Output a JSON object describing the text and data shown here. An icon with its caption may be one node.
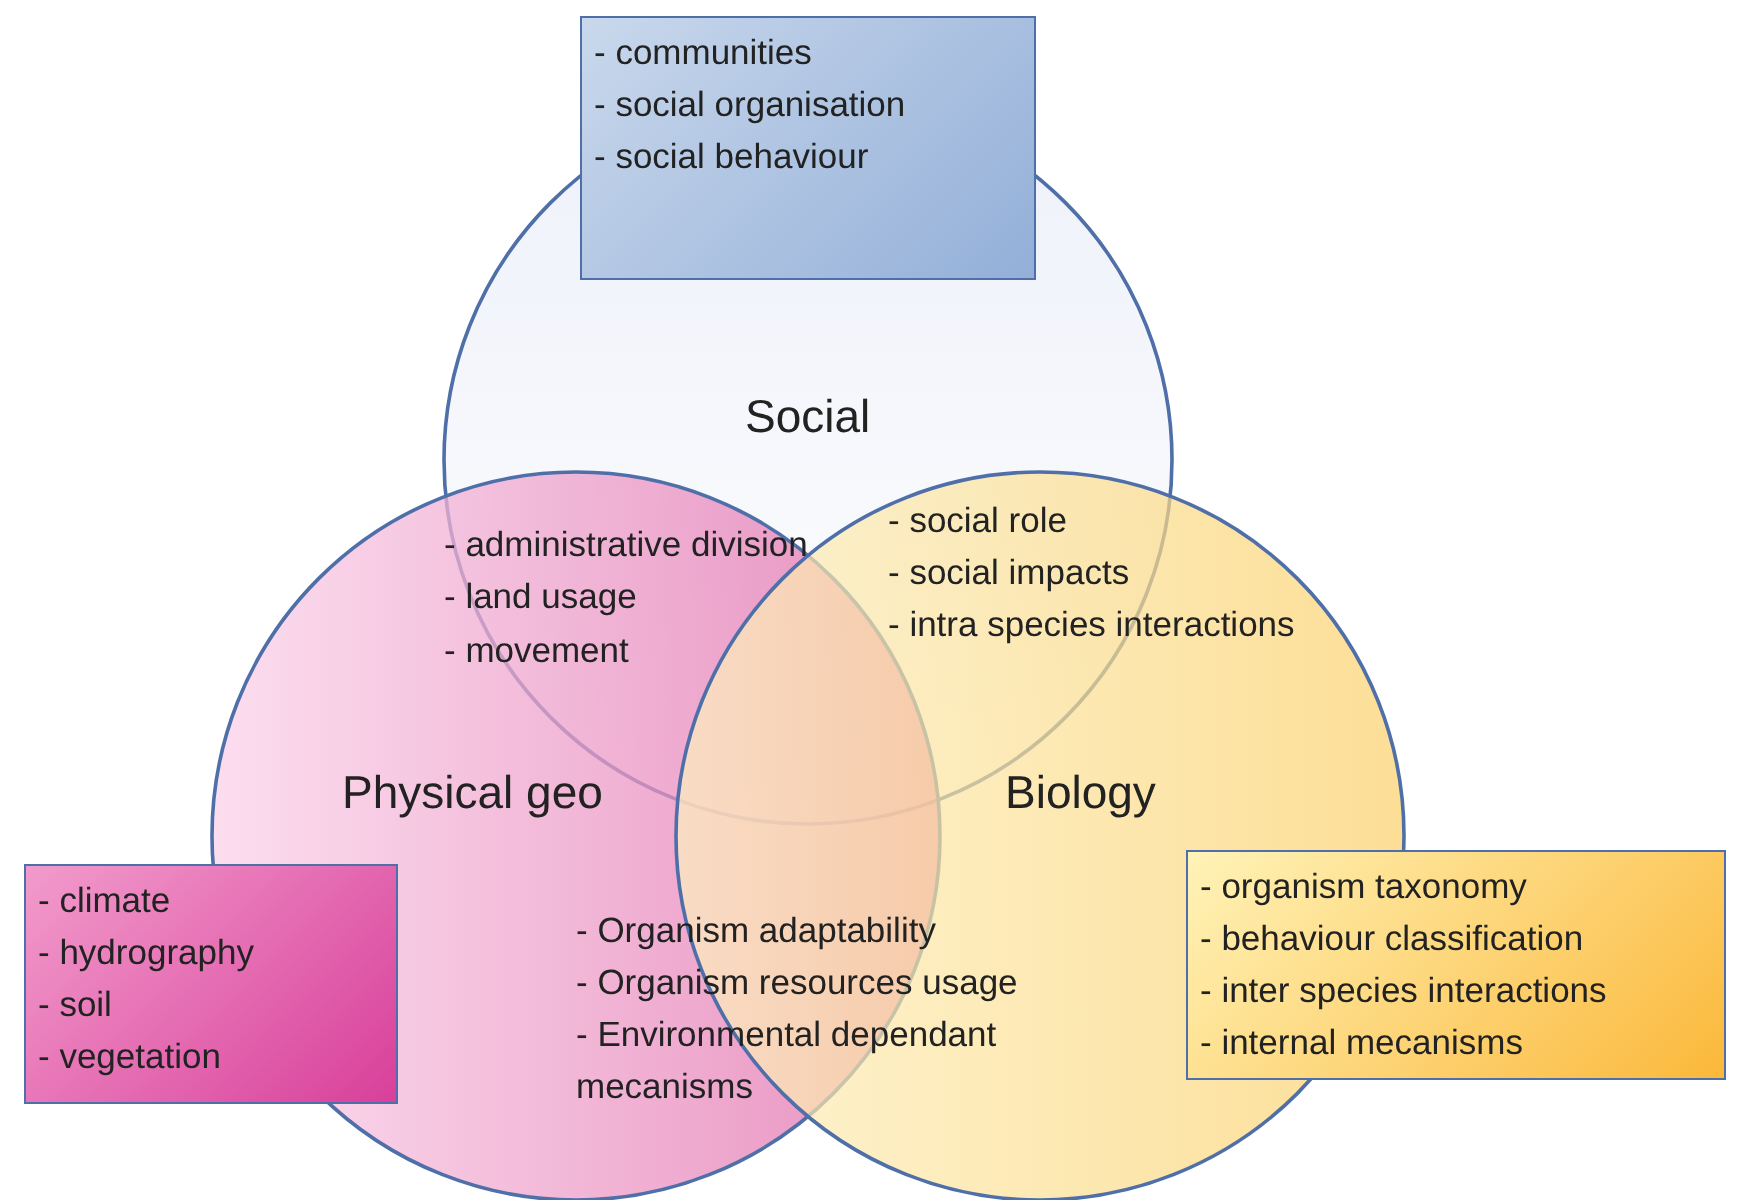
{
  "diagram": {
    "nodes": [
      {
        "text": [
          "Social"
        ]
      },
      {
        "text": [
          "Physical geo"
        ]
      },
      {
        "text": [
          "Biology"
        ]
      },
      {
        "text": [
          "- communities",
          "- social organisation",
          "- social behaviour"
        ]
      },
      {
        "text": [
          "- climate",
          "- hydrography",
          "- soil",
          "- vegetation"
        ]
      },
      {
        "text": [
          "- organism taxonomy",
          "- behaviour classification",
          "- inter species interactions",
          "- internal mecanisms"
        ]
      }
    ],
    "labels": [
      "- administrative division",
      "- land usage",
      "- movement",
      "- social role",
      "- social impacts",
      "- intra species interactions",
      "- Organism adaptability",
      "- Organism resources usage",
      "- Environmental dependant mecanisms"
    ]
  }
}
